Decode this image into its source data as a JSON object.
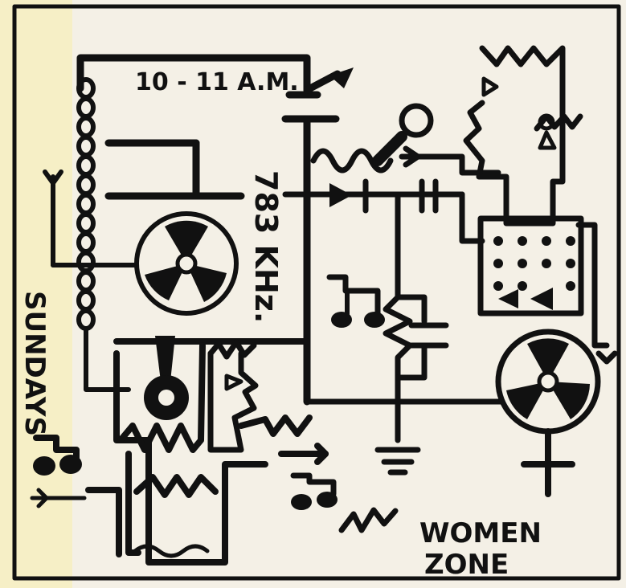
{
  "labels": {
    "time": "10 - 11 A.M.",
    "frequency": "783 KHz.",
    "day": "SUNDAYS",
    "zone_line1": "WOMEN",
    "zone_line2": "ZONE"
  },
  "colors": {
    "paper": "#f4f0e6",
    "ink": "#111111",
    "yellow_tint": "#f7efb0"
  },
  "icons": [
    "reel-icon",
    "microphone-icon",
    "music-note-icon",
    "antenna-icon",
    "ground-icon",
    "female-symbol-icon"
  ]
}
